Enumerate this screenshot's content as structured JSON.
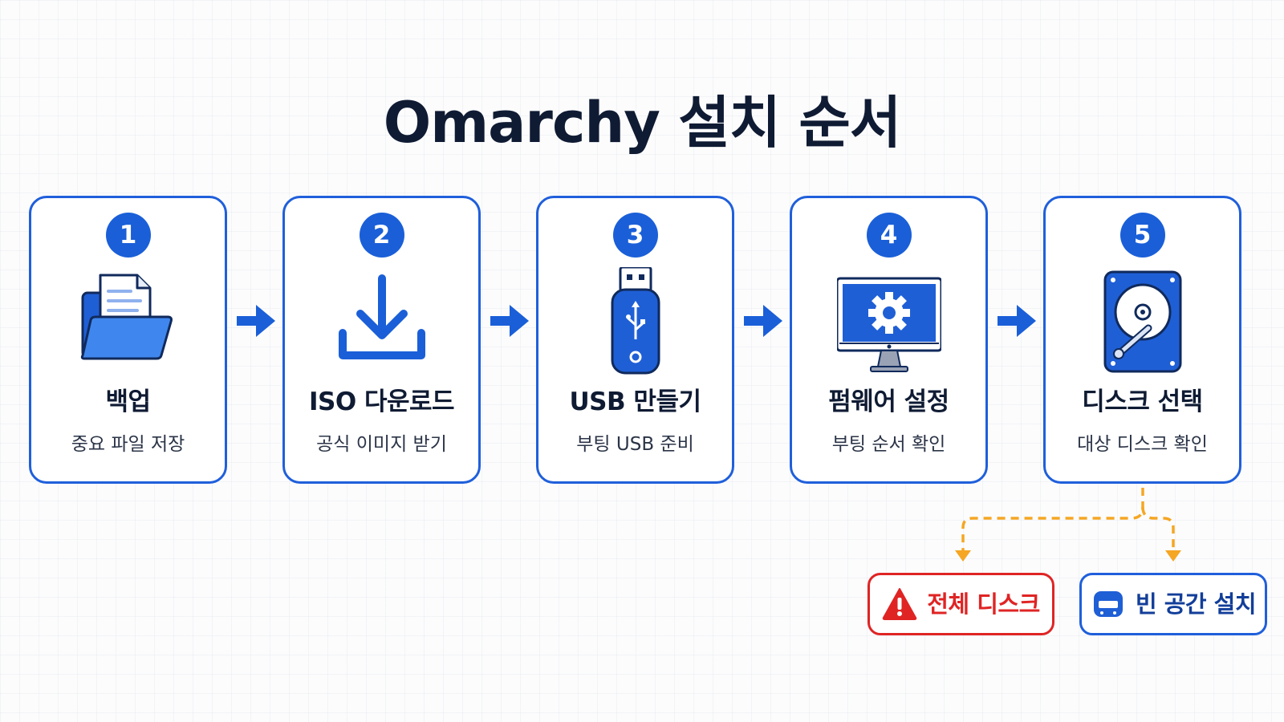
{
  "title": "Omarchy 설치 순서",
  "colors": {
    "accent": "#1a5fd8",
    "card_border": "#1f5fdb",
    "warning": "#e02424",
    "branch_line": "#f5a623",
    "text_dark": "#0f1b33"
  },
  "steps": [
    {
      "number": "1",
      "title": "백업",
      "subtitle": "중요 파일 저장",
      "icon": "folder-icon"
    },
    {
      "number": "2",
      "title": "ISO 다운로드",
      "subtitle": "공식 이미지 받기",
      "icon": "download-icon"
    },
    {
      "number": "3",
      "title": "USB 만들기",
      "subtitle": "부팅 USB 준비",
      "icon": "usb-drive-icon"
    },
    {
      "number": "4",
      "title": "펌웨어 설정",
      "subtitle": "부팅 순서 확인",
      "icon": "monitor-gear-icon"
    },
    {
      "number": "5",
      "title": "디스크 선택",
      "subtitle": "대상 디스크 확인",
      "icon": "hard-disk-icon"
    }
  ],
  "options": {
    "full_disk": {
      "label": "전체 디스크",
      "icon": "warning-icon"
    },
    "free_space": {
      "label": "빈 공간 설치",
      "icon": "disk-drive-icon"
    }
  }
}
